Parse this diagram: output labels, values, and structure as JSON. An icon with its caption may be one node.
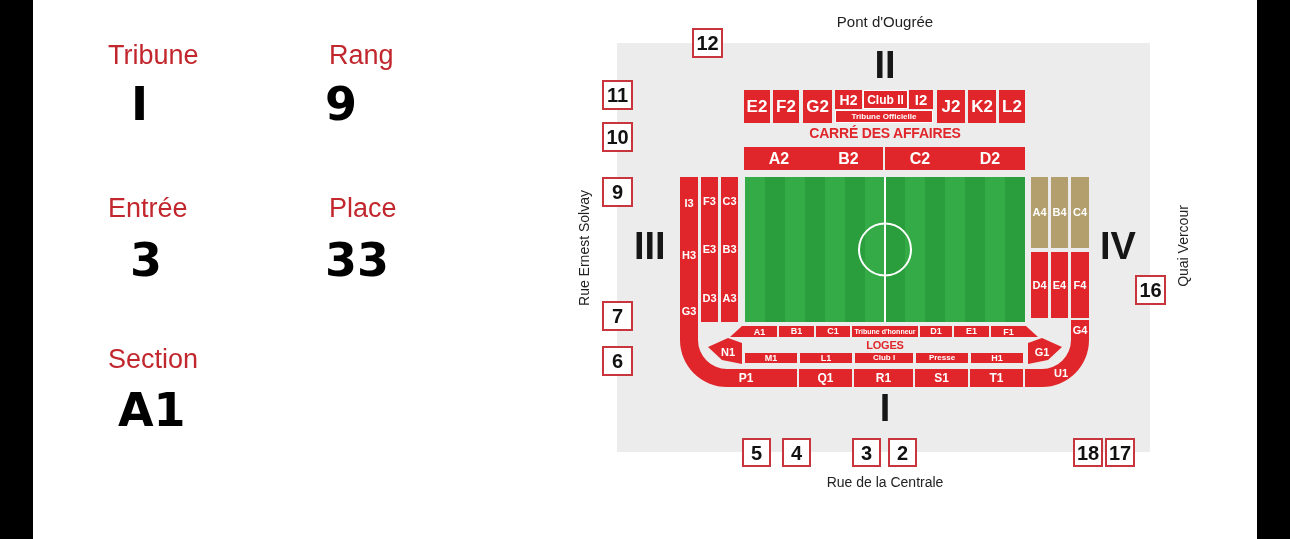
{
  "diagram": {
    "nodes": [
      {
        "text": [
          "12"
        ]
      },
      {
        "text": [
          "11"
        ]
      },
      {
        "text": [
          "E2"
        ]
      },
      {
        "text": [
          "F2"
        ]
      },
      {
        "text": [
          "G2"
        ]
      },
      {
        "text": [
          "H2"
        ]
      },
      {
        "text": [
          "Club II"
        ]
      },
      {
        "text": [
          "I2"
        ]
      },
      {
        "text": [
          "J2"
        ]
      },
      {
        "text": [
          "K2"
        ]
      },
      {
        "text": [
          "L2"
        ]
      },
      {
        "text": [
          "Tribune Officielle"
        ]
      },
      {
        "text": [
          "10"
        ]
      },
      {
        "text": [
          "A2"
        ]
      },
      {
        "text": [
          "B2"
        ]
      },
      {
        "text": [
          "C2"
        ]
      },
      {
        "text": [
          "D2"
        ]
      },
      {
        "text": [
          "9"
        ]
      },
      {
        "text": [
          "I3"
        ]
      },
      {
        "text": [
          "H3"
        ]
      },
      {
        "text": [
          "G3"
        ]
      },
      {
        "text": [
          "F3"
        ]
      },
      {
        "text": [
          "E3"
        ]
      },
      {
        "text": [
          "D3"
        ]
      },
      {
        "text": [
          "C3"
        ]
      },
      {
        "text": [
          "B3"
        ]
      },
      {
        "text": [
          "A3"
        ]
      },
      {
        "text": [
          "7"
        ]
      },
      {
        "text": [
          "6"
        ]
      },
      {
        "text": [
          "A4"
        ]
      },
      {
        "text": [
          "B4"
        ]
      },
      {
        "text": [
          "C4"
        ]
      },
      {
        "text": [
          "D4"
        ]
      },
      {
        "text": [
          "E4"
        ]
      },
      {
        "text": [
          "F4"
        ]
      },
      {
        "text": [
          "16"
        ]
      },
      {
        "text": [
          "A1"
        ]
      },
      {
        "text": [
          "B1"
        ]
      },
      {
        "text": [
          "C1"
        ]
      },
      {
        "text": [
          "Tribune d'honneur"
        ]
      },
      {
        "text": [
          "D1"
        ]
      },
      {
        "text": [
          "E1"
        ]
      },
      {
        "text": [
          "F1"
        ]
      },
      {
        "text": [
          "N1"
        ]
      },
      {
        "text": [
          "G1"
        ]
      },
      {
        "text": [
          "G4"
        ]
      },
      {
        "text": [
          "M1"
        ]
      },
      {
        "text": [
          "L1"
        ]
      },
      {
        "text": [
          "Club I"
        ]
      },
      {
        "text": [
          "Presse"
        ]
      },
      {
        "text": [
          "H1"
        ]
      },
      {
        "text": [
          "P1"
        ]
      },
      {
        "text": [
          "Q1"
        ]
      },
      {
        "text": [
          "R1"
        ]
      },
      {
        "text": [
          "S1"
        ]
      },
      {
        "text": [
          "T1"
        ]
      },
      {
        "text": [
          "U1"
        ]
      },
      {
        "text": [
          "5"
        ]
      },
      {
        "text": [
          "4"
        ]
      },
      {
        "text": [
          "3"
        ]
      },
      {
        "text": [
          "2"
        ]
      },
      {
        "text": [
          "18"
        ]
      },
      {
        "text": [
          "17"
        ]
      }
    ],
    "labels": [
      "Tribune",
      "Rang",
      "I",
      "9",
      "Entrée",
      "Place",
      "3",
      "33",
      "Section",
      "A1",
      "Pont d'Ougrée",
      "II",
      "CARRÉ DES AFFAIRES",
      "Rue Ernest Solvay",
      "III",
      "IV",
      "Quai Vercour",
      "LOGES",
      "I",
      "Rue de la Centrale"
    ]
  }
}
